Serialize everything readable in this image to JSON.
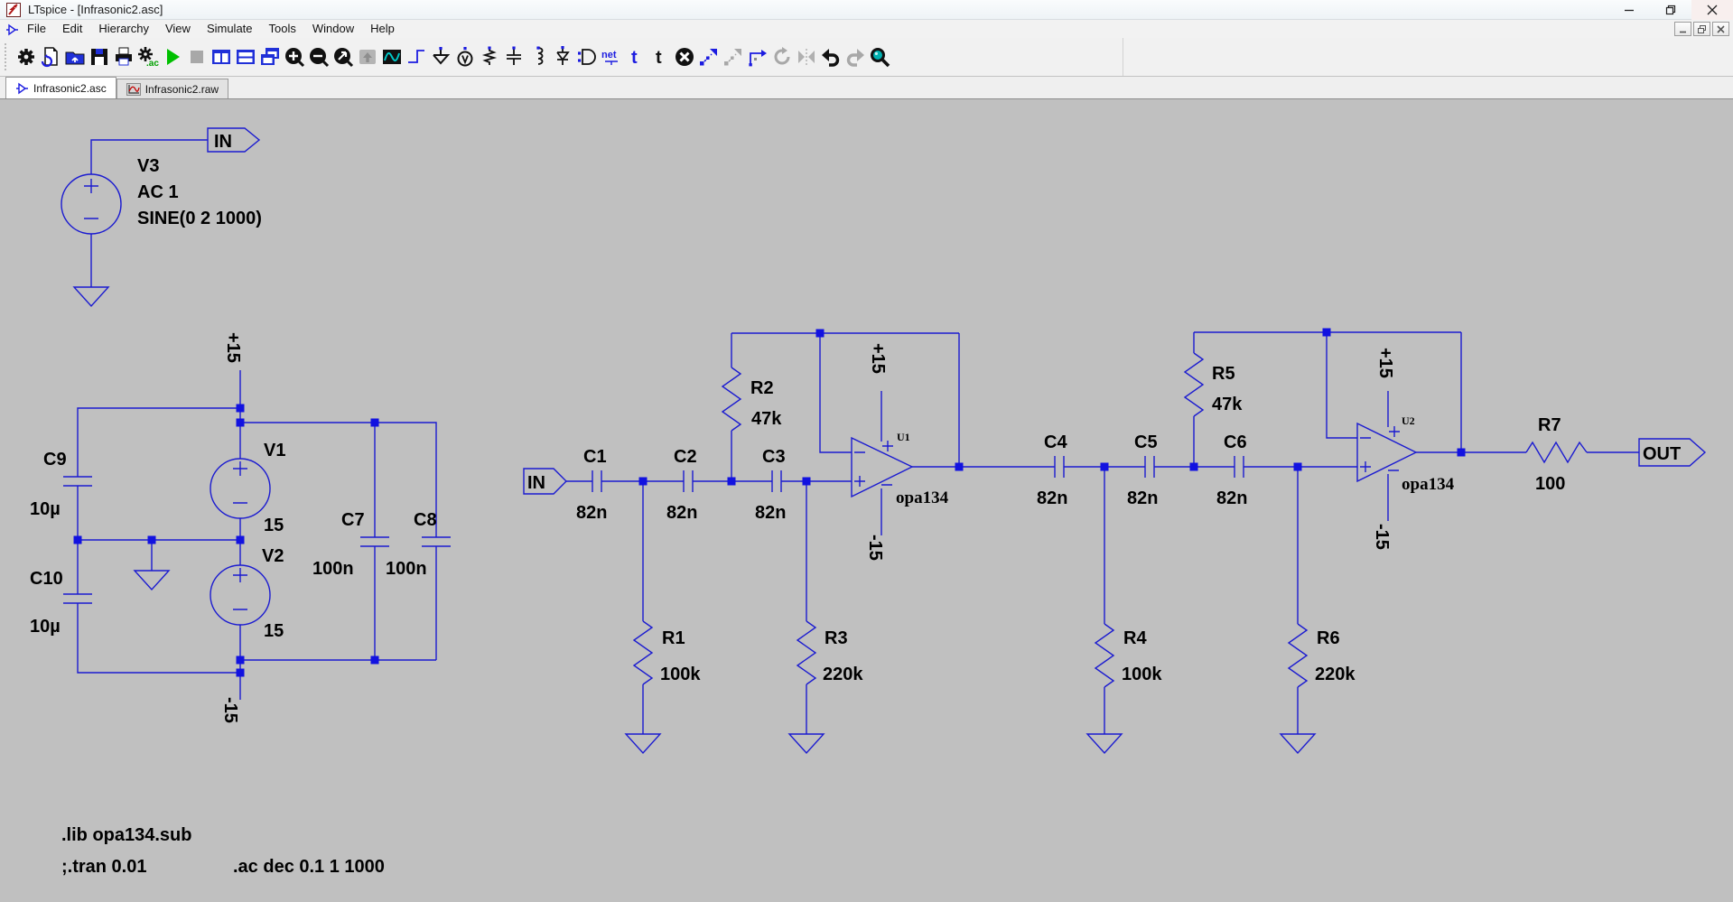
{
  "window": {
    "title": "LTspice - [Infrasonic2.asc]"
  },
  "menu": {
    "items": [
      {
        "label": "File"
      },
      {
        "label": "Edit"
      },
      {
        "label": "Hierarchy"
      },
      {
        "label": "View"
      },
      {
        "label": "Simulate"
      },
      {
        "label": "Tools"
      },
      {
        "label": "Window"
      },
      {
        "label": "Help"
      }
    ]
  },
  "toolbar": {
    "ac_badge": ".ac",
    "net_label": "net",
    "label_tool": "t",
    "text_tool": "t",
    "icons": [
      {
        "name": "control-panel-gear",
        "enabled": true
      },
      {
        "name": "new-schematic",
        "enabled": true
      },
      {
        "name": "open",
        "enabled": true
      },
      {
        "name": "save",
        "enabled": true
      },
      {
        "name": "print",
        "enabled": true
      },
      {
        "name": "edit-simulation-cmd",
        "enabled": true
      },
      {
        "name": "run",
        "enabled": true
      },
      {
        "name": "halt",
        "enabled": false
      },
      {
        "name": "tile-vertical",
        "enabled": true
      },
      {
        "name": "tile-horizontal",
        "enabled": true
      },
      {
        "name": "cascade",
        "enabled": true
      },
      {
        "name": "zoom-in",
        "enabled": true
      },
      {
        "name": "zoom-out",
        "enabled": true
      },
      {
        "name": "zoom-full-extents",
        "enabled": true
      },
      {
        "name": "zoom-back",
        "enabled": false
      },
      {
        "name": "waveform",
        "enabled": true
      },
      {
        "name": "wire",
        "enabled": true
      },
      {
        "name": "ground",
        "enabled": true
      },
      {
        "name": "label-net",
        "enabled": true
      },
      {
        "name": "resistor",
        "enabled": true
      },
      {
        "name": "capacitor",
        "enabled": true
      },
      {
        "name": "inductor",
        "enabled": true
      },
      {
        "name": "diode",
        "enabled": true
      },
      {
        "name": "component",
        "enabled": true
      },
      {
        "name": "net-name",
        "enabled": true
      },
      {
        "name": "text-label",
        "enabled": true
      },
      {
        "name": "spice-text",
        "enabled": true
      },
      {
        "name": "delete",
        "enabled": true
      },
      {
        "name": "copy",
        "enabled": true
      },
      {
        "name": "paste",
        "enabled": false
      },
      {
        "name": "drag",
        "enabled": true
      },
      {
        "name": "rotate",
        "enabled": false
      },
      {
        "name": "mirror",
        "enabled": false
      },
      {
        "name": "undo",
        "enabled": true
      },
      {
        "name": "redo",
        "enabled": false
      },
      {
        "name": "find",
        "enabled": true
      }
    ]
  },
  "tabs": [
    {
      "label": "Infrasonic2.asc",
      "icon": "schematic-icon",
      "active": true
    },
    {
      "label": "Infrasonic2.raw",
      "icon": "waveform-icon",
      "active": false
    }
  ],
  "schematic": {
    "colors": {
      "canvas": "#c0c0c0",
      "wire": "#1b1bd0",
      "junction": "#1212e0",
      "text": "#000000"
    },
    "sources": {
      "v3": {
        "name": "V3",
        "ac": "AC 1",
        "sine": "SINE(0 2 1000)"
      },
      "v1": {
        "name": "V1",
        "value": "15"
      },
      "v2": {
        "name": "V2",
        "value": "15"
      }
    },
    "flags": {
      "in_source": "IN",
      "in_filter": "IN",
      "out": "OUT"
    },
    "rails": {
      "supply_plus": "+15",
      "supply_minus": "-15",
      "u1_plus": "+15",
      "u1_minus": "-15",
      "u2_plus": "+15",
      "u2_minus": "-15"
    },
    "capacitors": {
      "c1": {
        "name": "C1",
        "value": "82n"
      },
      "c2": {
        "name": "C2",
        "value": "82n"
      },
      "c3": {
        "name": "C3",
        "value": "82n"
      },
      "c4": {
        "name": "C4",
        "value": "82n"
      },
      "c5": {
        "name": "C5",
        "value": "82n"
      },
      "c6": {
        "name": "C6",
        "value": "82n"
      },
      "c7": {
        "name": "C7",
        "value": "100n"
      },
      "c8": {
        "name": "C8",
        "value": "100n"
      },
      "c9": {
        "name": "C9",
        "value": "10µ"
      },
      "c10": {
        "name": "C10",
        "value": "10µ"
      }
    },
    "resistors": {
      "r1": {
        "name": "R1",
        "value": "100k"
      },
      "r2": {
        "name": "R2",
        "value": "47k"
      },
      "r3": {
        "name": "R3",
        "value": "220k"
      },
      "r4": {
        "name": "R4",
        "value": "100k"
      },
      "r5": {
        "name": "R5",
        "value": "47k"
      },
      "r6": {
        "name": "R6",
        "value": "220k"
      },
      "r7": {
        "name": "R7",
        "value": "100"
      }
    },
    "opamps": {
      "u1": {
        "name": "U1",
        "model": "opa134"
      },
      "u2": {
        "name": "U2",
        "model": "opa134"
      }
    },
    "directives": {
      "lib": ".lib opa134.sub",
      "tran": ";.tran 0.01",
      "ac": ".ac dec 0.1 1 1000"
    }
  }
}
